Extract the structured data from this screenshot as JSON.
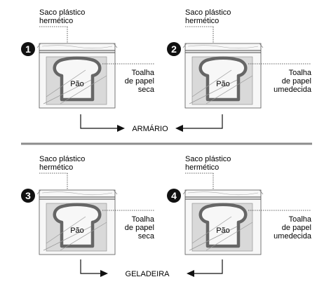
{
  "colors": {
    "background": "#ffffff",
    "bag_fill": "#f7f7f7",
    "towel_fill": "#d9d9d9",
    "bread_fill": "#f7f7f7",
    "divider": "#8c8c8c",
    "ink": "#111111"
  },
  "icons": {
    "bag": "zip-bag-icon",
    "bread": "bread-slice-icon",
    "number_badge": "filled-circle-number"
  },
  "panels": [
    {
      "number": "1",
      "bag_label_line1": "Saco plástico",
      "bag_label_line2": "hermético",
      "bread_label": "Pão",
      "towel_line1": "Toalha",
      "towel_line2": "de papel",
      "towel_line3": "seca"
    },
    {
      "number": "2",
      "bag_label_line1": "Saco plástico",
      "bag_label_line2": "hermético",
      "bread_label": "Pão",
      "towel_line1": "Toalha",
      "towel_line2": "de papel",
      "towel_line3": "umedecida"
    },
    {
      "number": "3",
      "bag_label_line1": "Saco plástico",
      "bag_label_line2": "hermético",
      "bread_label": "Pão",
      "towel_line1": "Toalha",
      "towel_line2": "de papel",
      "towel_line3": "seca"
    },
    {
      "number": "4",
      "bag_label_line1": "Saco plástico",
      "bag_label_line2": "hermético",
      "bread_label": "Pão",
      "towel_line1": "Toalha",
      "towel_line2": "de papel",
      "towel_line3": "umedecida"
    }
  ],
  "groups": [
    {
      "label": "ARMÁRIO"
    },
    {
      "label": "GELADEIRA"
    }
  ]
}
